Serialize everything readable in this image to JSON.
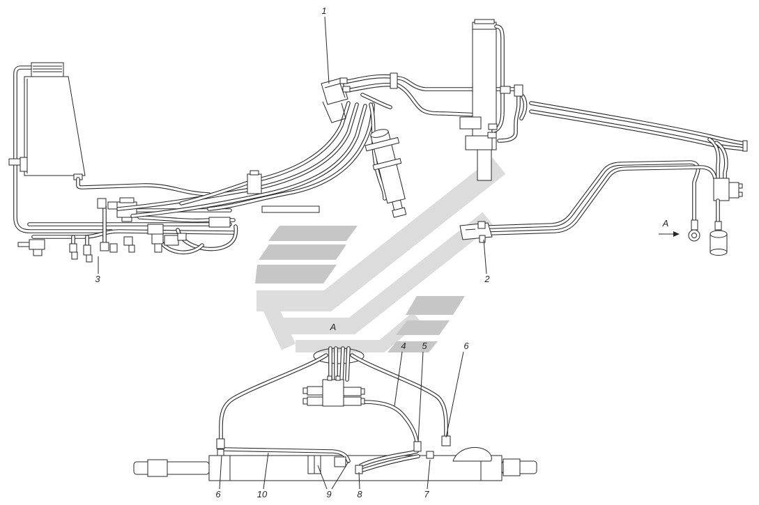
{
  "callouts": {
    "item_1": "1",
    "item_2": "2",
    "item_3": "3",
    "item_4": "4",
    "item_5": "5",
    "item_6_right": "6",
    "item_6_left": "6",
    "item_7": "7",
    "item_8": "8",
    "item_9": "9",
    "item_10": "10"
  },
  "view_markers": {
    "arrow_label": "A",
    "section_title": "A"
  },
  "colors": {
    "ink": "#262626",
    "paper": "#ffffff",
    "watermark_bar": "#c6c6c6",
    "watermark_chevron": "#dcdcdc"
  }
}
